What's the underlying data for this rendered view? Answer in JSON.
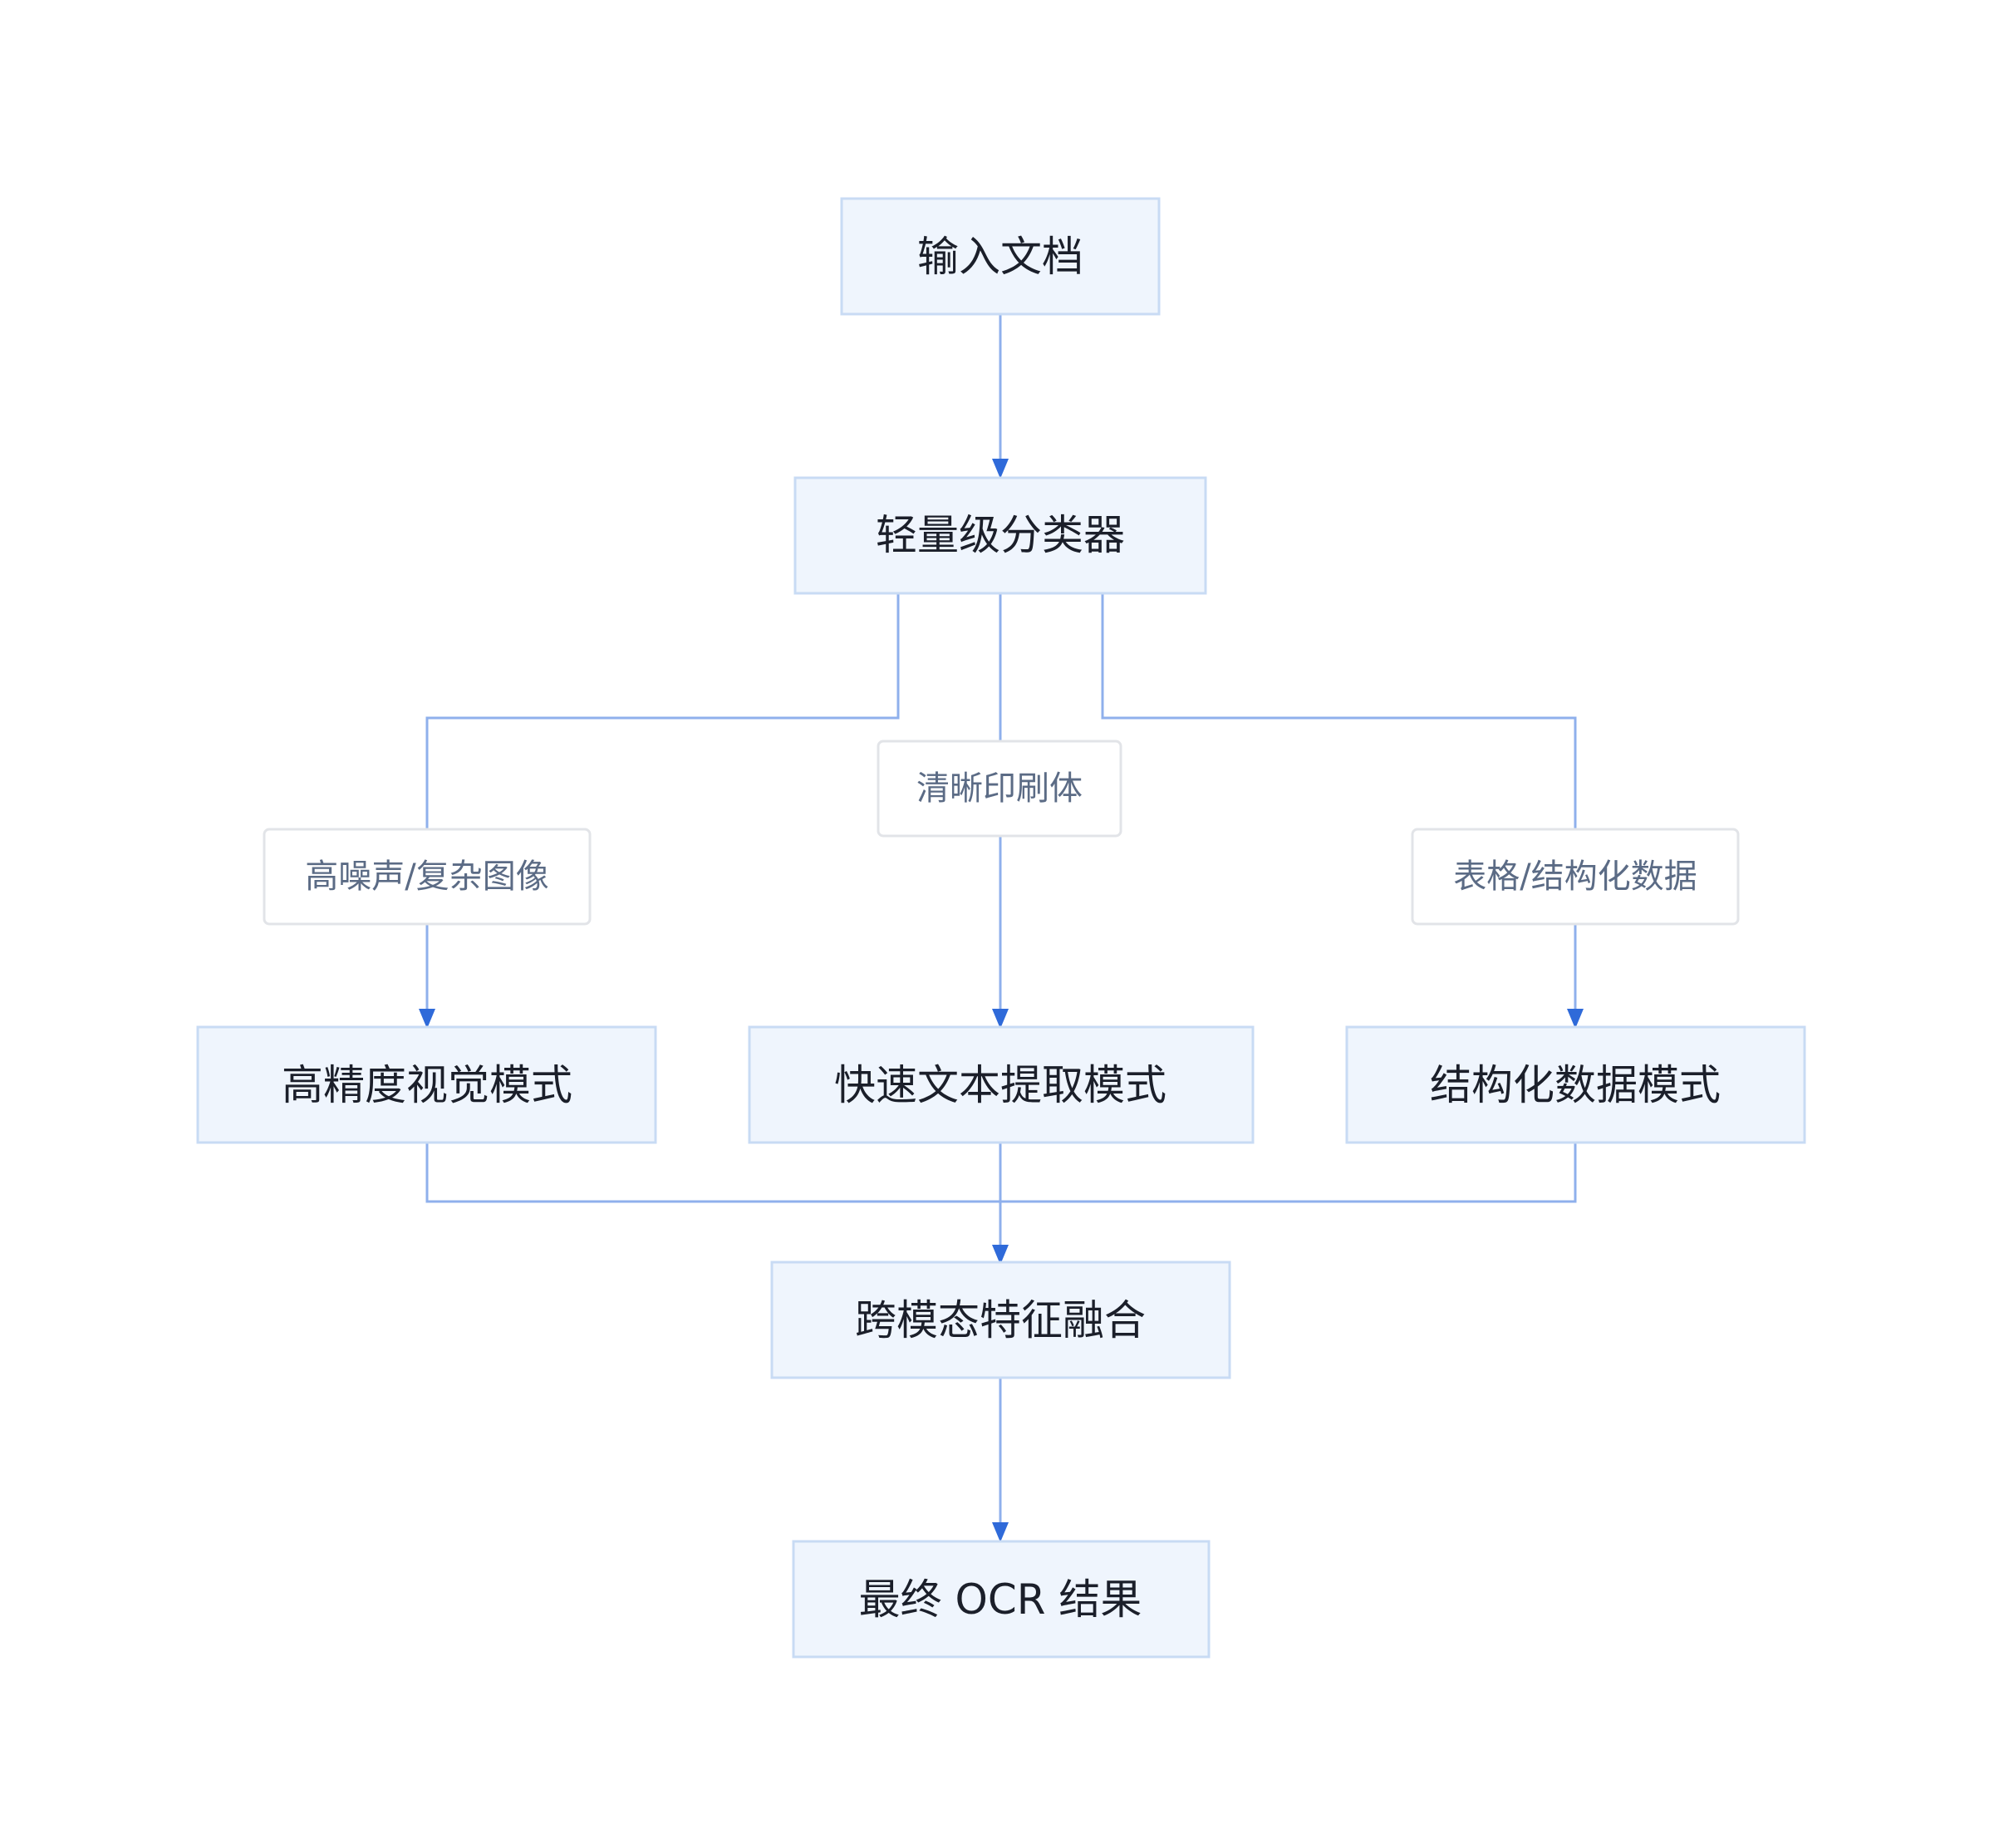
{
  "nodes": {
    "input": "输入文档",
    "classifier": "轻量级分类器",
    "visual_mode": "高精度视觉模式",
    "fast_text_mode": "快速文本提取模式",
    "structured_mode": "结构化数据模式",
    "fusion": "跨模态特征融合",
    "result": "最终 OCR 结果"
  },
  "edge_labels": {
    "noisy": "高噪声/复杂图像",
    "clear_print": "清晰印刷体",
    "table": "表格/结构化数据"
  },
  "colors": {
    "node_fill": "#eff5fd",
    "node_border": "#c8dbf4",
    "edge_line": "#8fb0ec",
    "arrow_head": "#2f6ad9",
    "label_text": "#5b6b85"
  }
}
